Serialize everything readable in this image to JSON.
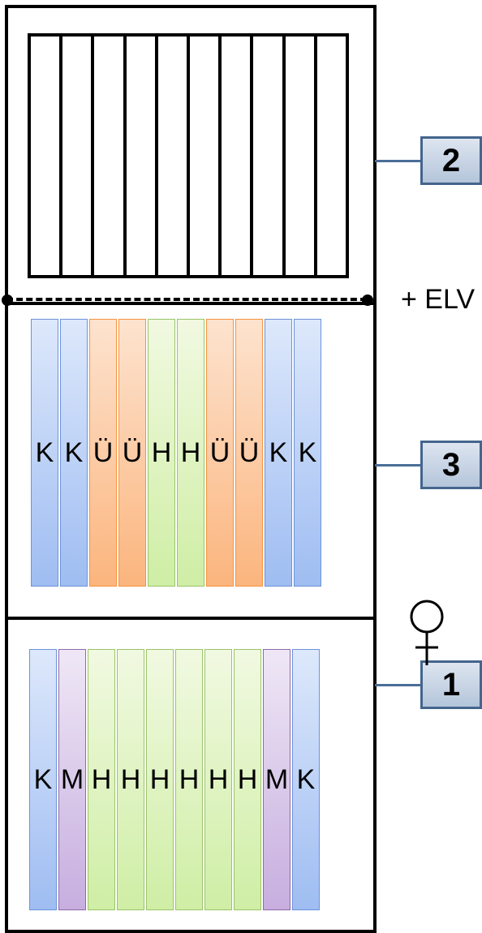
{
  "labels": {
    "top_number": "2",
    "middle_number": "3",
    "bottom_number": "1",
    "side_note": "+ ELV"
  },
  "middle_strips": [
    {
      "letter": "K",
      "kind": "K"
    },
    {
      "letter": "K",
      "kind": "K"
    },
    {
      "letter": "Ü",
      "kind": "U"
    },
    {
      "letter": "Ü",
      "kind": "U"
    },
    {
      "letter": "H",
      "kind": "H"
    },
    {
      "letter": "H",
      "kind": "H"
    },
    {
      "letter": "Ü",
      "kind": "U"
    },
    {
      "letter": "Ü",
      "kind": "U"
    },
    {
      "letter": "K",
      "kind": "K"
    },
    {
      "letter": "K",
      "kind": "K"
    }
  ],
  "bottom_strips": [
    {
      "letter": "K",
      "kind": "K"
    },
    {
      "letter": "M",
      "kind": "M"
    },
    {
      "letter": "H",
      "kind": "H"
    },
    {
      "letter": "H",
      "kind": "H"
    },
    {
      "letter": "H",
      "kind": "H"
    },
    {
      "letter": "H",
      "kind": "H"
    },
    {
      "letter": "H",
      "kind": "H"
    },
    {
      "letter": "H",
      "kind": "H"
    },
    {
      "letter": "M",
      "kind": "M"
    },
    {
      "letter": "K",
      "kind": "K"
    }
  ],
  "top_slat_count": 10,
  "colors": {
    "K": "#9fbdf2",
    "U": "#fbb57e",
    "H": "#cfeea5",
    "M": "#c7aedf",
    "label_border": "#44658d",
    "connector": "#4a6e97"
  },
  "icons": {
    "gender_symbol": "female-symbol-icon"
  }
}
